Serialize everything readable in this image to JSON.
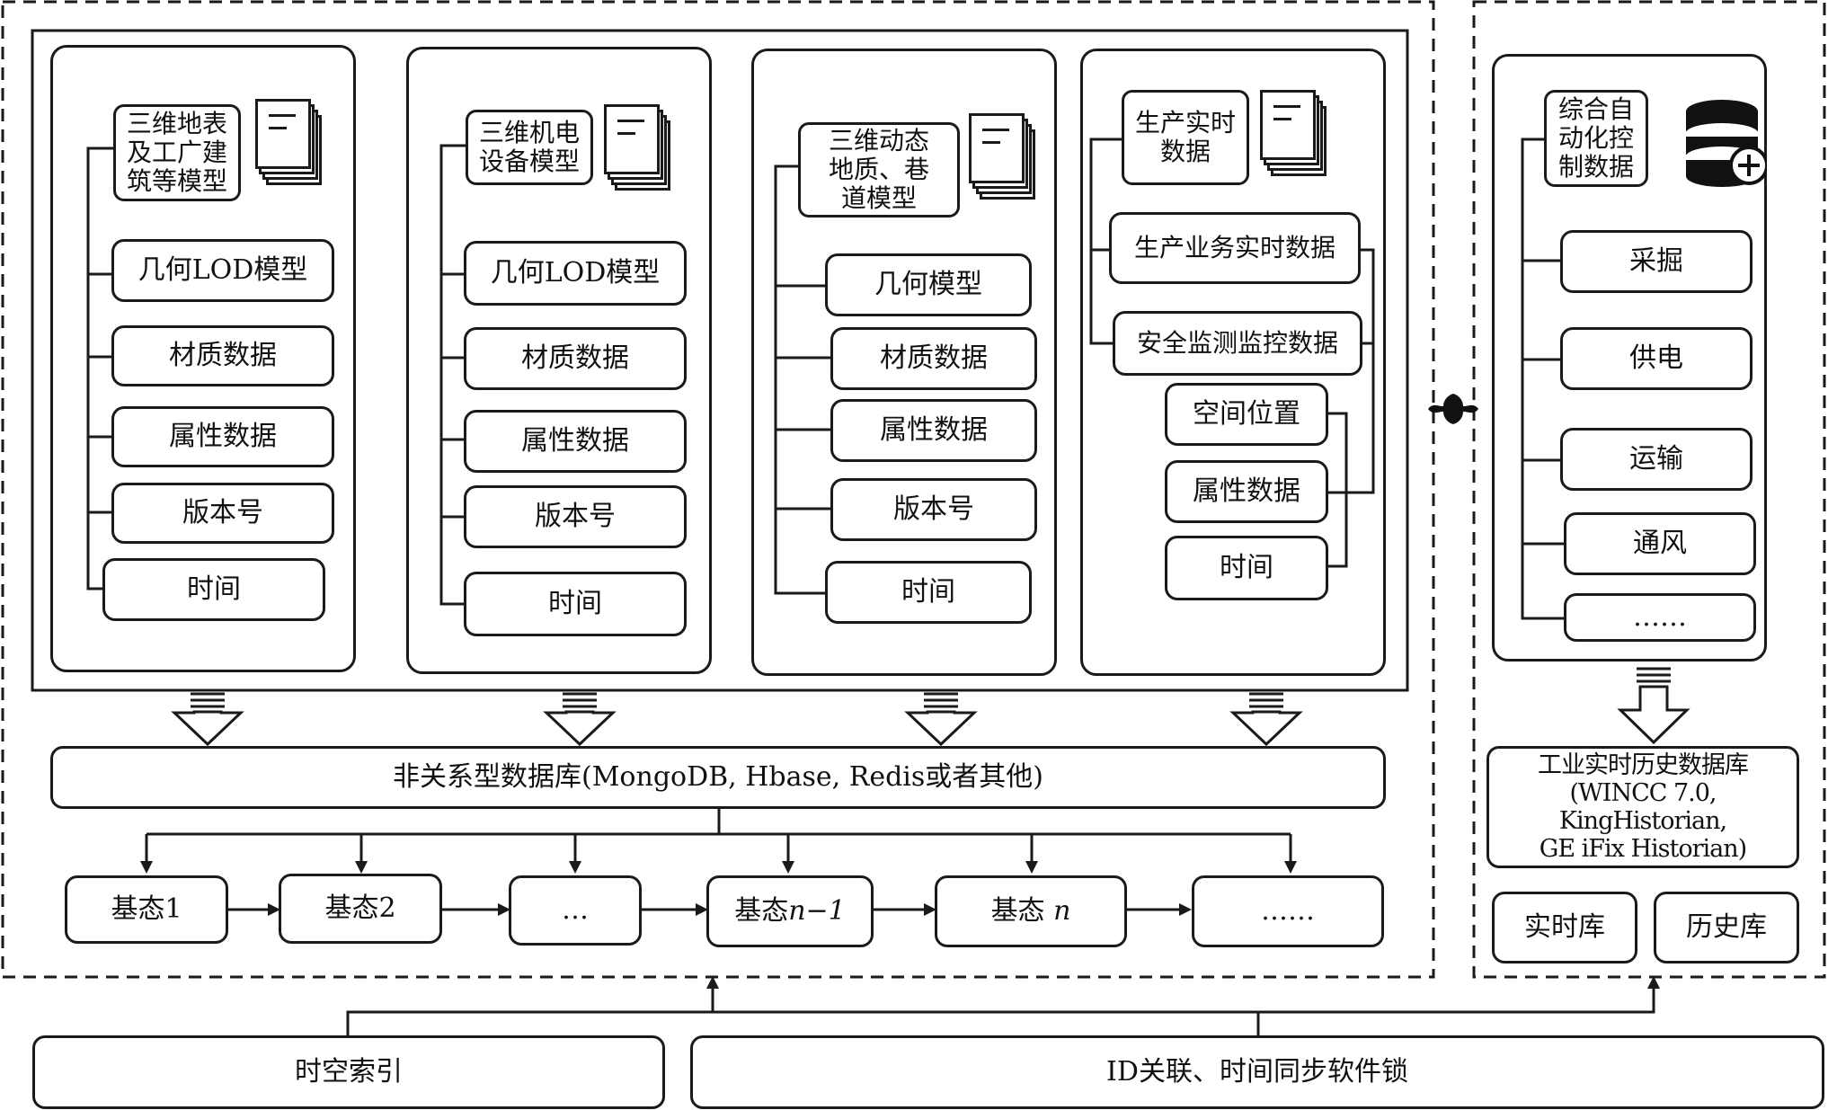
{
  "columns": [
    {
      "title": "三维地表\n及工广建\n筑等模型",
      "icon": "document-stack-icon",
      "items": [
        "几何LOD模型",
        "材质数据",
        "属性数据",
        "版本号",
        "时间"
      ]
    },
    {
      "title": "三维机电\n设备模型",
      "icon": "document-stack-icon",
      "items": [
        "几何LOD模型",
        "材质数据",
        "属性数据",
        "版本号",
        "时间"
      ]
    },
    {
      "title": "三维动态\n地质、巷\n道模型",
      "icon": "document-stack-icon",
      "items": [
        "几何模型",
        "材质数据",
        "属性数据",
        "版本号",
        "时间"
      ]
    },
    {
      "title": "生产实时\n数据",
      "icon": "document-stack-icon",
      "items": [
        "生产业务实时数据",
        "安全监测监控数据"
      ],
      "sub_items": [
        "空间位置",
        "属性数据",
        "时间"
      ]
    }
  ],
  "automation": {
    "title": "综合自\n动化控\n制数据",
    "icon": "database-add-icon",
    "items": [
      "采掘",
      "供电",
      "运输",
      "通风",
      "……"
    ]
  },
  "nosql_db": "非关系型数据库(MongoDB, Hbase, Redis或者其他)",
  "states": [
    "基态1",
    "基态2",
    "…",
    "基态",
    "基态",
    "……"
  ],
  "state_suffixes": [
    "",
    "",
    "",
    "n−1",
    "n",
    ""
  ],
  "industrial_db": "工业实时历史数据库\n(WINCC 7.0, KingHistorian,\nGE iFix Historian)",
  "realtime_db": "实时库",
  "history_db": "历史库",
  "spatiotemporal_index": "时空索引",
  "id_association": "ID关联、时间同步软件锁",
  "plus_icon": "plus-icon"
}
